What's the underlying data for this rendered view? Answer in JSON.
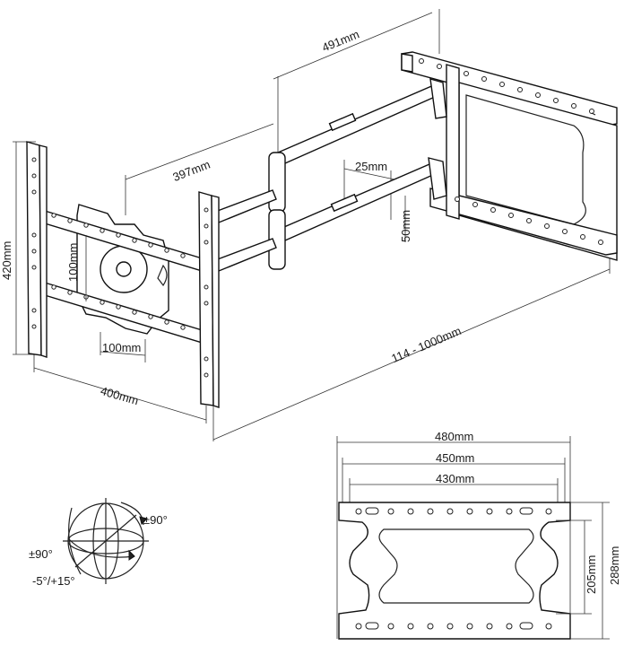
{
  "dimensions": {
    "arm_extension": "491mm",
    "arm_segment": "397mm",
    "tube_width": "25mm",
    "tube_gap": "50mm",
    "profile_range": "114 - 1000mm",
    "vesa_height": "420mm",
    "vesa_width": "400mm",
    "inner_vertical": "100mm",
    "inner_horizontal": "100mm",
    "wall_width_outer": "480mm",
    "wall_width_mid": "450mm",
    "wall_width_inner": "430mm",
    "wall_height": "288mm",
    "wall_inner_height": "205mm"
  },
  "rotation": {
    "swivel": "±90°",
    "rotate": "±90°",
    "tilt": "-5°/+15°"
  },
  "colors": {
    "line": "#222222",
    "background": "#ffffff"
  }
}
